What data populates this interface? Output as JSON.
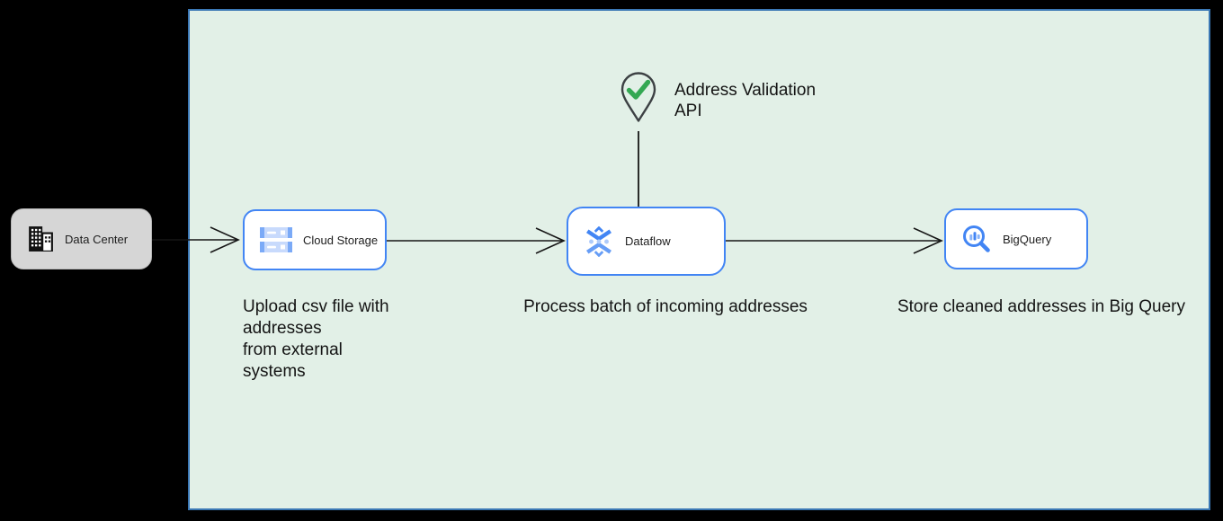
{
  "panel": {
    "background": "#e2f0e7",
    "border_color": "#3b78b5"
  },
  "nodes": {
    "data_center": {
      "label": "Data Center",
      "icon": "building-icon",
      "background": "#d6d6d6"
    },
    "cloud_storage": {
      "label": "Cloud Storage",
      "icon": "cloud-storage-icon",
      "border": "#4285f4"
    },
    "dataflow": {
      "label": "Dataflow",
      "icon": "dataflow-icon",
      "border": "#4285f4"
    },
    "bigquery": {
      "label": "BigQuery",
      "icon": "bigquery-magnifier-icon",
      "border": "#4285f4"
    },
    "address_validation": {
      "label": "Address Validation\nAPI",
      "icon": "map-pin-check-icon",
      "check_color": "#34a853"
    }
  },
  "captions": {
    "cloud_storage": "Upload csv file with\naddresses\nfrom external\nsystems",
    "dataflow": "Process batch of incoming addresses",
    "bigquery": "Store cleaned addresses in Big Query"
  },
  "edges": [
    {
      "from": "data-center",
      "to": "cloud-storage",
      "style": "open-arrow"
    },
    {
      "from": "cloud-storage",
      "to": "dataflow",
      "style": "open-arrow"
    },
    {
      "from": "dataflow",
      "to": "bigquery",
      "style": "open-arrow"
    },
    {
      "from": "address-validation-api",
      "to": "dataflow",
      "style": "plain-line"
    }
  ],
  "colors": {
    "accent_blue": "#4285f4",
    "light_blue": "#8ab4f8",
    "check_green": "#34a853",
    "arrow_black": "#161616",
    "panel_bg": "#e2f0e7",
    "panel_border": "#3b78b5",
    "node_gray": "#d6d6d6"
  }
}
